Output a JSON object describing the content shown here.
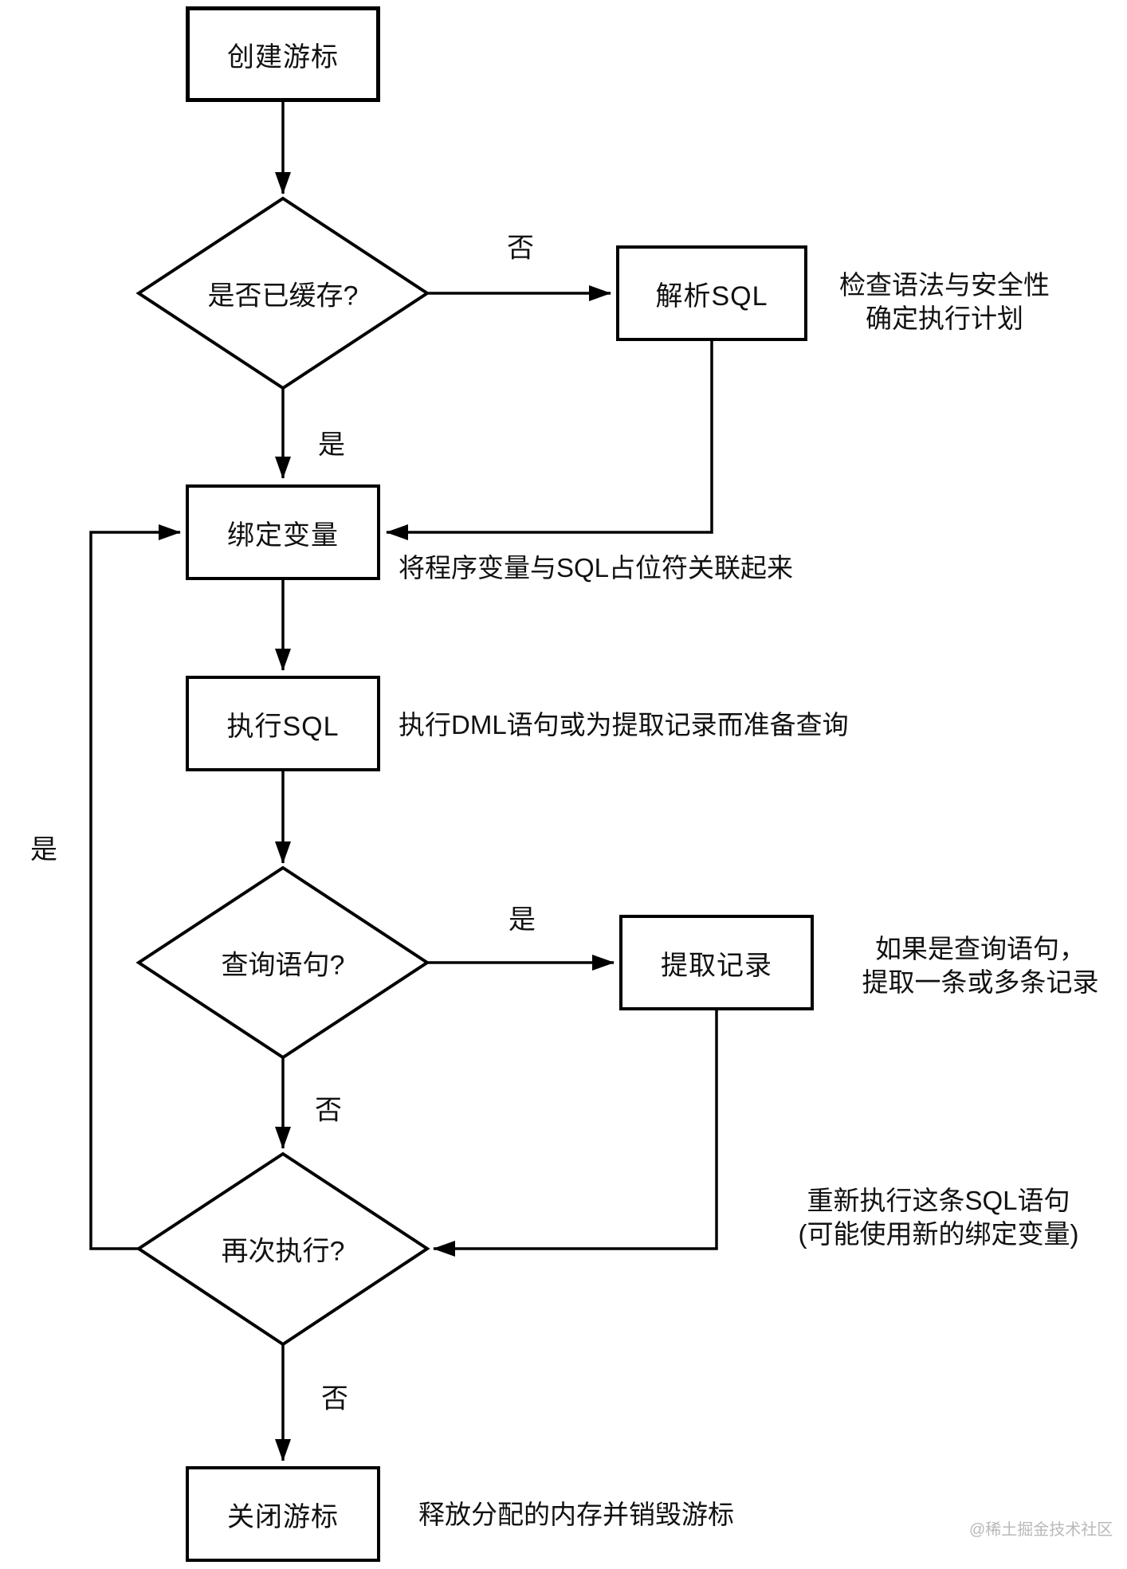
{
  "flowchart": {
    "title_context": "SQL cursor lifecycle flowchart",
    "colors": {
      "line": "#000000",
      "shape_fill": "#ffffff",
      "text": "#111111",
      "watermark": "#b9b9b9"
    },
    "nodes": {
      "create": {
        "label": "创建游标"
      },
      "cached": {
        "label": "是否已缓存?"
      },
      "parse": {
        "label": "解析SQL"
      },
      "bind": {
        "label": "绑定变量"
      },
      "exec": {
        "label": "执行SQL"
      },
      "query": {
        "label": "查询语句?"
      },
      "fetch": {
        "label": "提取记录"
      },
      "again": {
        "label": "再次执行?"
      },
      "close": {
        "label": "关闭游标"
      }
    },
    "edge_labels": {
      "cached_no": "否",
      "cached_yes": "是",
      "query_yes": "是",
      "query_no": "否",
      "again_yes": "是",
      "again_no": "否"
    },
    "annotations": {
      "parse": {
        "line1": "检查语法与安全性",
        "line2": "确定执行计划"
      },
      "bind": {
        "text": "将程序变量与SQL占位符关联起来"
      },
      "exec": {
        "text": "执行DML语句或为提取记录而准备查询"
      },
      "fetch": {
        "line1": "如果是查询语句，",
        "line2": "提取一条或多条记录"
      },
      "again": {
        "line1": "重新执行这条SQL语句",
        "line2": "(可能使用新的绑定变量)"
      },
      "close": {
        "text": "释放分配的内存并销毁游标"
      }
    }
  },
  "watermark": {
    "text": "@稀土掘金技术社区"
  }
}
